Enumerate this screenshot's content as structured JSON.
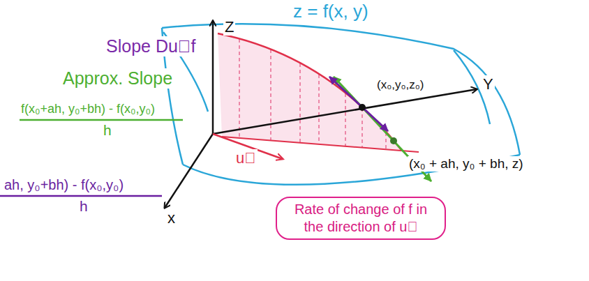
{
  "diagram": {
    "nodes": [
      {
        "text": [
          "Rate of change of f in the direction of u⃗"
        ]
      }
    ],
    "labels": [
      "Z",
      "z = f(x, y)",
      "Slope Du⃗f",
      "Approx. Slope",
      "f(x₀+ah, y₀+bh) - f(x₀,y₀)",
      "h",
      "(x₀,y₀,z₀)",
      "Y",
      "(x₀ + ah, y₀ + bh, z)",
      "u⃗",
      "x",
      "ah, y₀+bh) - f(x₀,y₀)",
      "h"
    ]
  }
}
